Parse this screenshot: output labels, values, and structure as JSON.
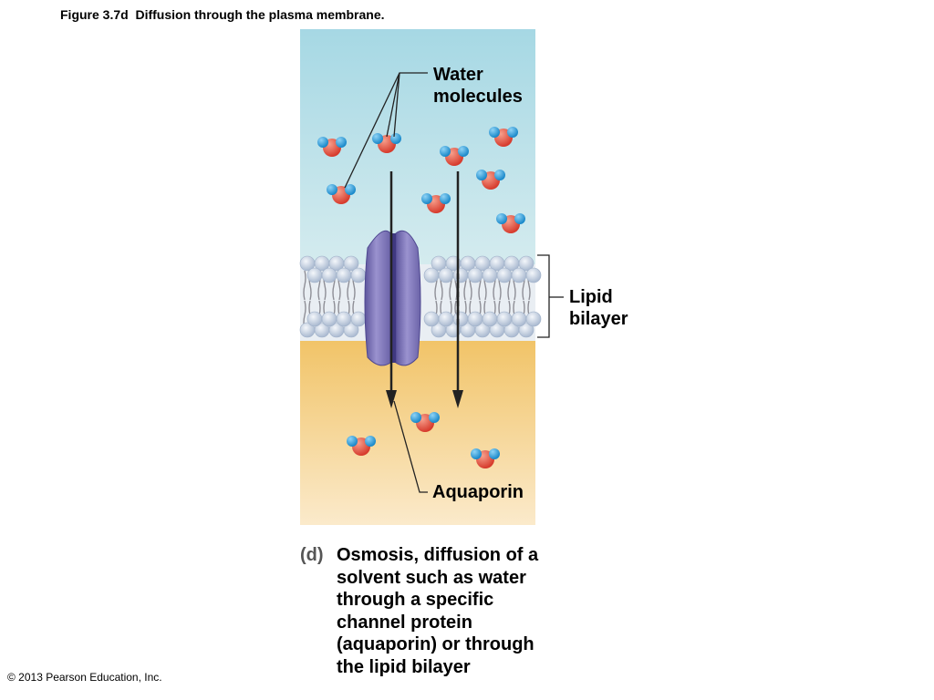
{
  "figure": {
    "title": "Figure 3.7d  Diffusion through the plasma membrane."
  },
  "labels": {
    "water_line1": "Water",
    "water_line2": "molecules",
    "lipid_line1": "Lipid",
    "lipid_line2": "bilayer",
    "aquaporin": "Aquaporin"
  },
  "caption": {
    "letter": "(d)",
    "term": "Osmosis,",
    "line1_rest": " diffusion of a",
    "line2": "solvent such as water",
    "line3": "through a specific",
    "line4": "channel protein",
    "line5": "(aquaporin) or through",
    "line6": "the lipid bilayer"
  },
  "footer": {
    "copyright": "© 2013 Pearson Education, Inc."
  },
  "colors": {
    "extracellular_top": "#a6d8e4",
    "extracellular_bottom": "#dceef0",
    "intracellular_top": "#f2c56a",
    "intracellular_bottom": "#fbe8c4",
    "phospholipid_head": "#c9d6e8",
    "aquaporin": "#7d74b8",
    "oxygen": "#e0473a",
    "hydrogen": "#1f9ad6"
  }
}
